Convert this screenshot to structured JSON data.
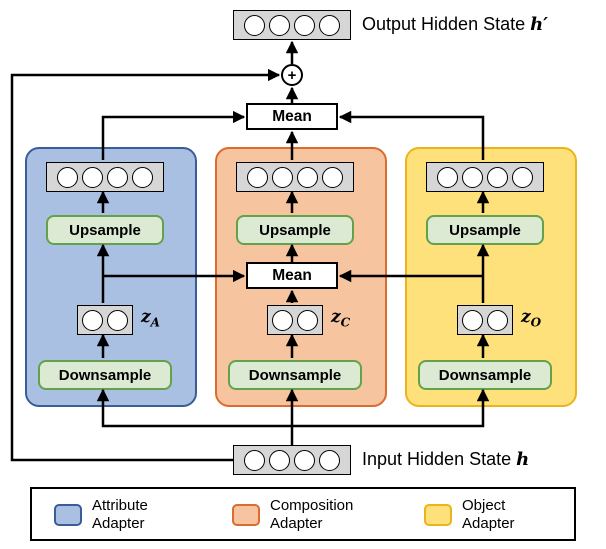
{
  "diagram": {
    "output_label": {
      "text": "Output Hidden State",
      "var": "h′"
    },
    "input_label": {
      "text": "Input Hidden State",
      "var": "h"
    },
    "plus_symbol": "+",
    "mean_top_label": "Mean",
    "mean_middle_label": "Mean"
  },
  "adapters": {
    "attribute": {
      "upsample_label": "Upsample",
      "downsample_label": "Downsample",
      "z_var": "z",
      "z_sub": "A",
      "fill": "#A9C0E2",
      "border": "#3A5D99"
    },
    "composition": {
      "upsample_label": "Upsample",
      "downsample_label": "Downsample",
      "z_var": "z",
      "z_sub": "C",
      "fill": "#F6C49E",
      "border": "#DC6B2F"
    },
    "object": {
      "upsample_label": "Upsample",
      "downsample_label": "Downsample",
      "z_var": "z",
      "z_sub": "O",
      "fill": "#FFE17C",
      "border": "#ECB41B"
    }
  },
  "legend": {
    "items": [
      {
        "line1": "Attribute",
        "line2": "Adapter",
        "fill": "#A9C0E2",
        "border": "#3A5D99"
      },
      {
        "line1": "Composition",
        "line2": "Adapter",
        "fill": "#F6C49E",
        "border": "#DC6B2F"
      },
      {
        "line1": "Object",
        "line2": "Adapter",
        "fill": "#FFE17C",
        "border": "#ECB41B"
      }
    ]
  },
  "colors": {
    "operation_box_fill": "#DCEAD3",
    "operation_box_border": "#63A24A",
    "state_box_fill": "#D6D6D6",
    "arrow": "#000000"
  }
}
